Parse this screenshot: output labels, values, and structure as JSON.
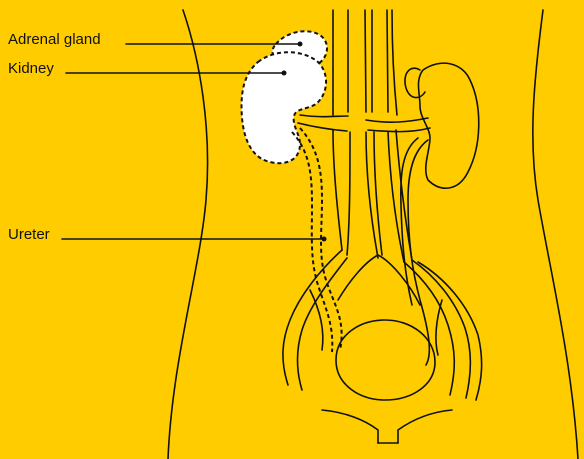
{
  "labels": {
    "adrenal_gland": "Adrenal gland",
    "kidney": "Kidney",
    "ureter": "Ureter"
  },
  "colors": {
    "background": "#FFCC00",
    "line": "#111111",
    "highlight_fill": "#FFFFFF"
  }
}
